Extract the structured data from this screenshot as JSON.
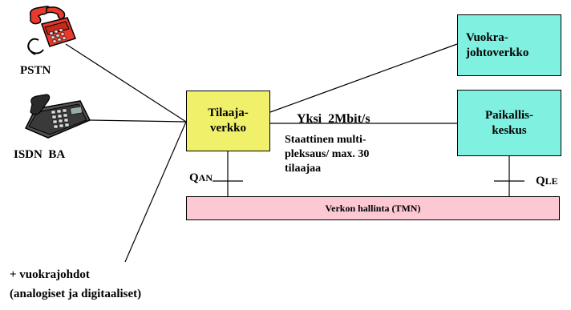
{
  "colors": {
    "access_network_fill": "#f0f06a",
    "node_fill": "#80f0e0",
    "management_fill": "#fbc8d4",
    "line": "#000000",
    "phone_red": "#e83a2c"
  },
  "icons": [
    "red-telephone-icon",
    "isdn-telephone-icon"
  ],
  "terminals": {
    "pstn_label": "PSTN",
    "isdn_label": "ISDN  BA"
  },
  "nodes": {
    "access_network": "Tilaaja-\nverkko",
    "leased_line_network": "Vuokra-\njohtoverkko",
    "local_exchange": "Paikallis-\nkeskus",
    "management": "Verkon hallinta (TMN)"
  },
  "link": {
    "rate": "Yksi  2Mbit/s",
    "description": "Staattinen multi-\npleksaus/ max. 30\ntilaajaa"
  },
  "interfaces": {
    "q_an_main": "Q",
    "q_an_sub": "AN",
    "q_le_main": "Q",
    "q_le_sub": "LE"
  },
  "leased_lines": "+ vuokrajohdot\n(analogiset ja digitaaliset)"
}
